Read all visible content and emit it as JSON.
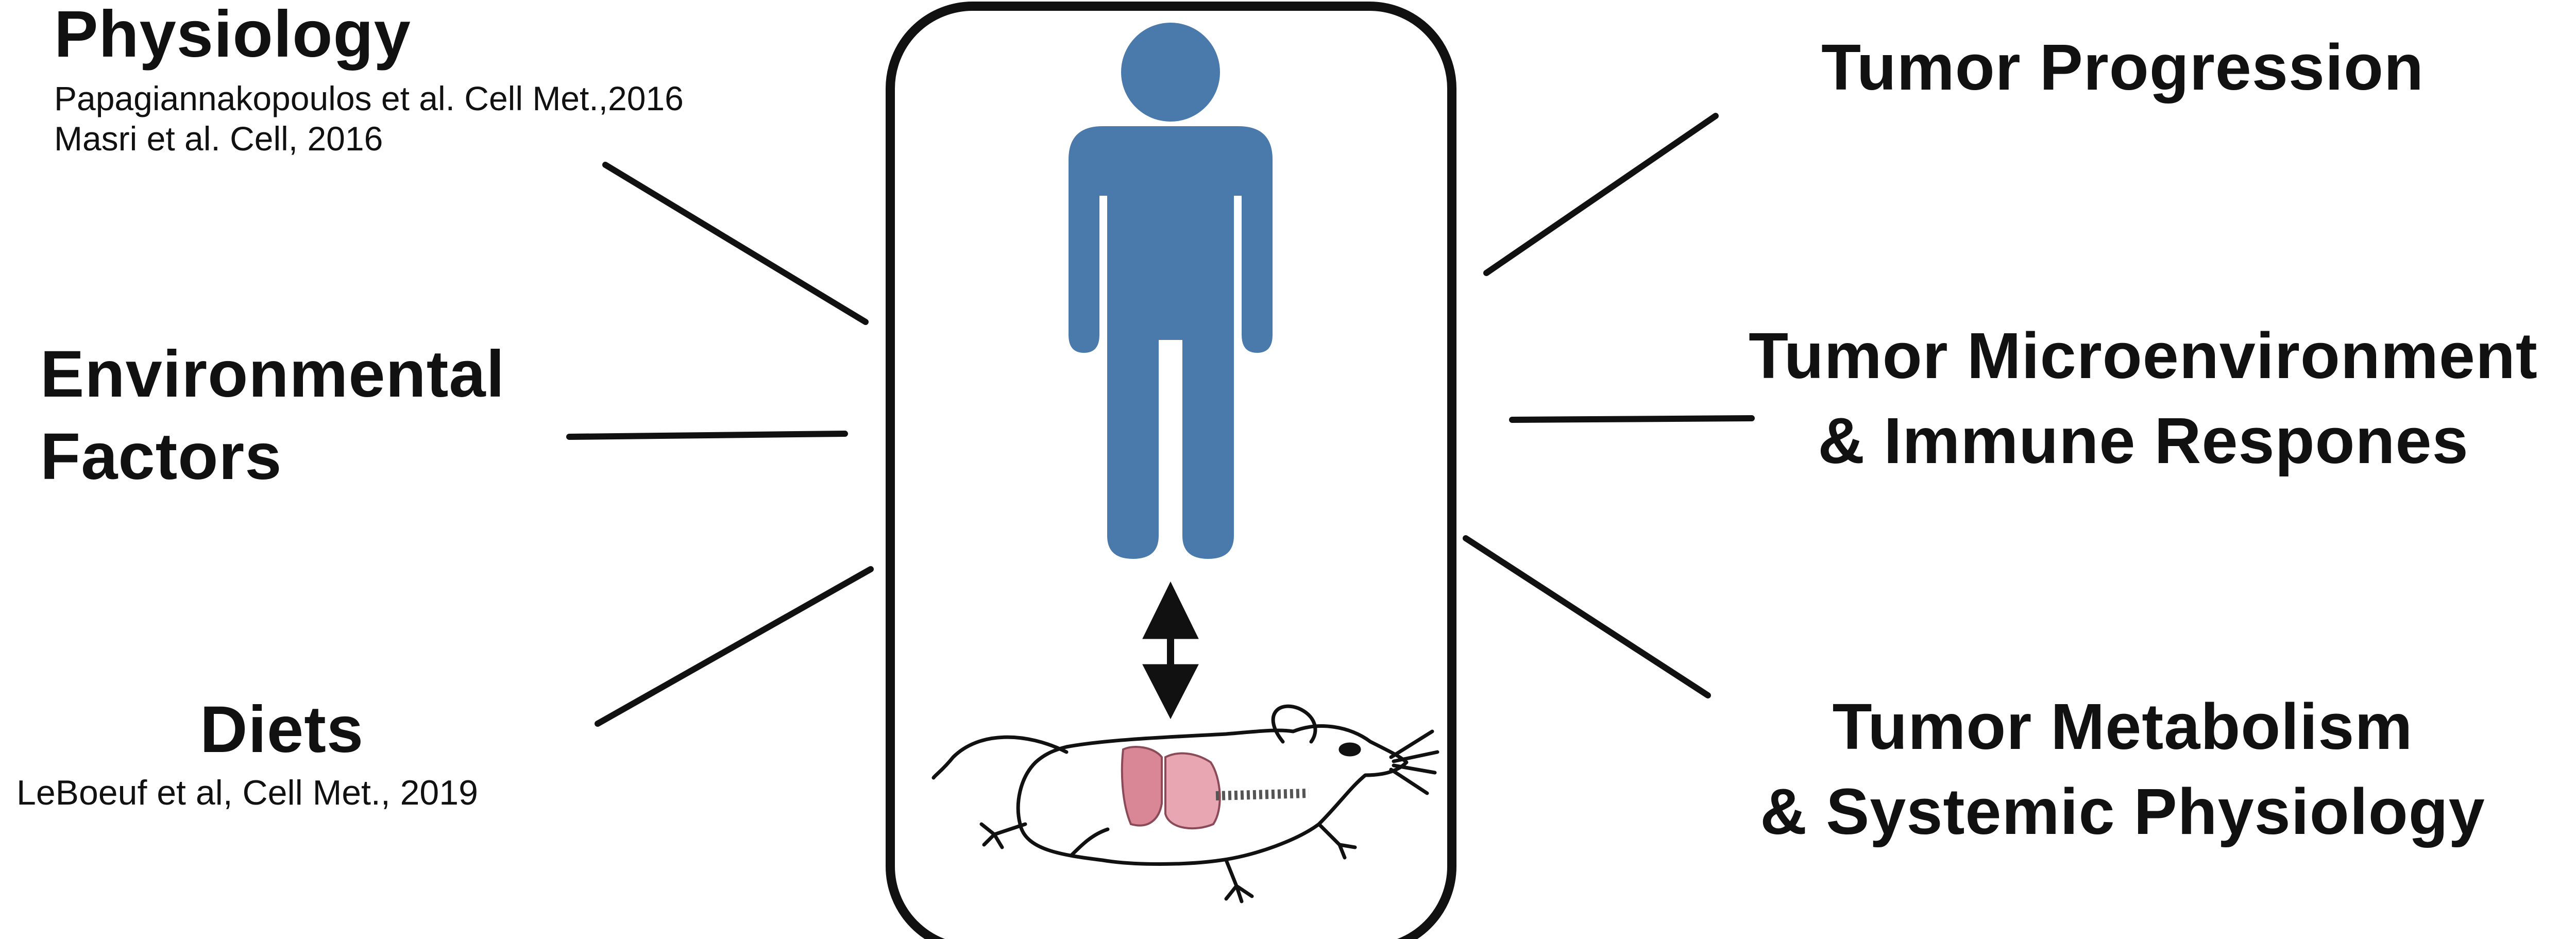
{
  "inputs": {
    "physiology": {
      "title": "Physiology",
      "citations": [
        "Papagiannakopoulos et al. Cell Met.,2016",
        "Masri et al. Cell, 2016"
      ]
    },
    "environmental": {
      "line1": "Environmental",
      "line2": "Factors"
    },
    "diets": {
      "title": "Diets",
      "citation": "LeBoeuf et al, Cell Met., 2019"
    }
  },
  "outputs": {
    "progression": {
      "line1": "Tumor Progression"
    },
    "microenvironment": {
      "line1": "Tumor Microenvironment",
      "line2": "& Immune Respones"
    },
    "metabolism": {
      "line1": "Tumor Metabolism",
      "line2": "& Systemic Physiology"
    }
  },
  "colors": {
    "person": "#4a7aab",
    "lung": "#e7a6b2",
    "lung_dark": "#d98797",
    "ink": "#111111",
    "frame": "#111111"
  },
  "icons": [
    "person-icon",
    "mouse-icon",
    "lung-icon",
    "double-arrow-icon",
    "arrow-icon"
  ]
}
